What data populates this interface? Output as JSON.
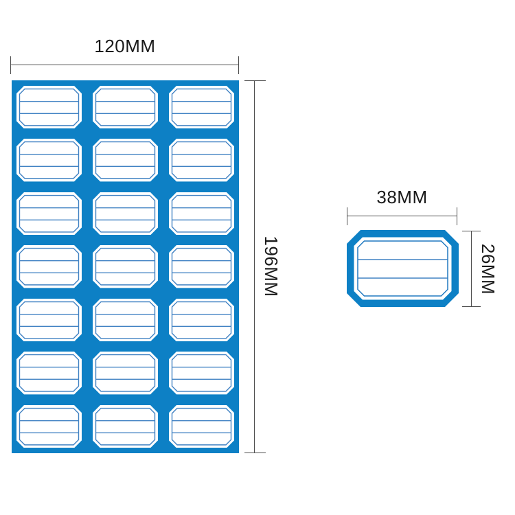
{
  "page": {
    "background": "#ffffff",
    "description": "Dimensioned diagram of octagonal writable label stickers: full sheet and single enlarged sticker"
  },
  "colors": {
    "sheet_blue": "#0d80c5",
    "ruled_line_blue": "#4182c3",
    "inner_outline_blue": "#2079c0",
    "dimension_line": "#4d4d4d",
    "text": "#1a1a1a",
    "sticker_face": "#ffffff"
  },
  "sheet": {
    "width_label": "120MM",
    "height_label": "196MM",
    "grid": {
      "rows": 7,
      "columns": 3,
      "label_count": 21
    },
    "sticker": {
      "shape": "octagon",
      "ruled_lines_per_sticker": 2
    }
  },
  "single_sticker": {
    "width_label": "38MM",
    "height_label": "26MM",
    "shape": "octagon",
    "ruled_lines": 2
  }
}
